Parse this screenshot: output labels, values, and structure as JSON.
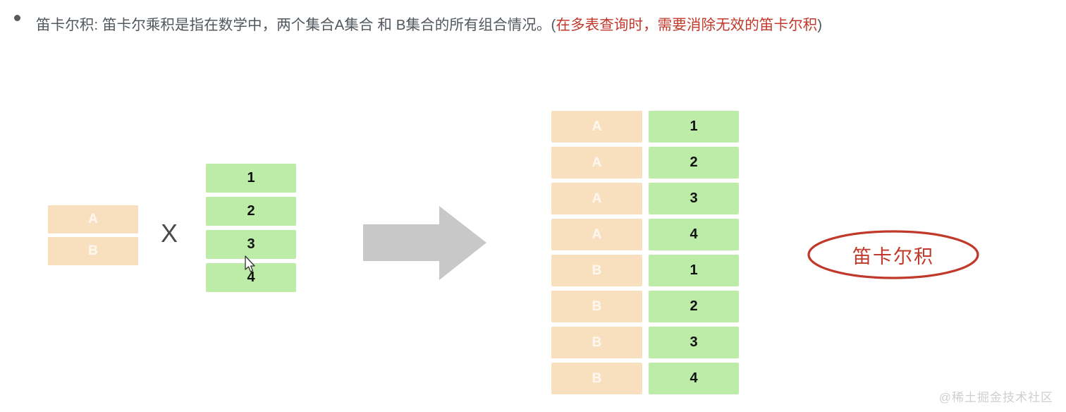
{
  "description": {
    "bullet": "•",
    "lead": "笛卡尔积: 笛卡尔乘积是指在数学中，两个集合A集合 和 B集合的所有组合情况。",
    "open_paren": "(",
    "highlight": "在多表查询时，需要消除无效的笛卡尔积",
    "close_paren": ")"
  },
  "diagram": {
    "set_a": {
      "label": "set-ab",
      "items": [
        "A",
        "B"
      ]
    },
    "operator": "X",
    "set_b": {
      "label": "set-numbers",
      "items": [
        "1",
        "2",
        "3",
        "4"
      ]
    },
    "arrow": "right-arrow",
    "result": {
      "rows": [
        {
          "left": "A",
          "right": "1"
        },
        {
          "left": "A",
          "right": "2"
        },
        {
          "left": "A",
          "right": "3"
        },
        {
          "left": "A",
          "right": "4"
        },
        {
          "left": "B",
          "right": "1"
        },
        {
          "left": "B",
          "right": "2"
        },
        {
          "left": "B",
          "right": "3"
        },
        {
          "left": "B",
          "right": "4"
        }
      ]
    },
    "annotation": "笛卡尔积"
  },
  "colors": {
    "peach": "#f8dfbe",
    "green": "#bdeba8",
    "red": "#c0392b",
    "arrow_gray": "#c8c8c8",
    "text_gray": "#51575d"
  },
  "watermark": "@稀土掘金技术社区"
}
